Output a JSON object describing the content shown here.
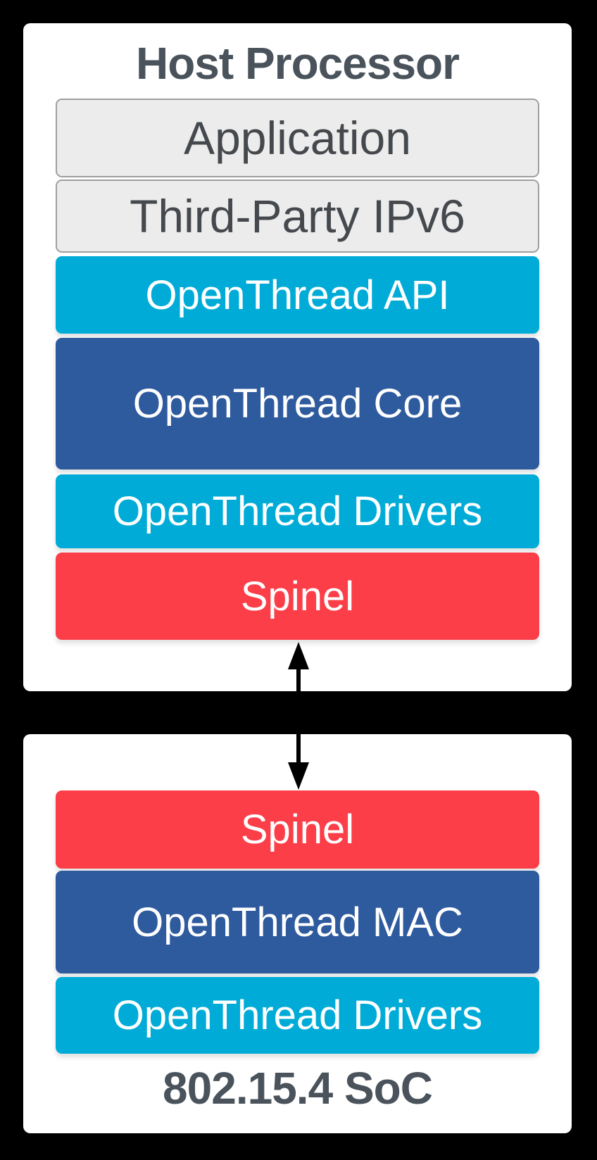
{
  "diagram": {
    "description": "OpenThread Radio Co-Processor architecture stack",
    "host_panel": {
      "title": "Host Processor",
      "layers": [
        {
          "label": "Application",
          "style": "gray"
        },
        {
          "label": "Third-Party IPv6",
          "style": "gray"
        },
        {
          "label": "OpenThread API",
          "style": "cyan"
        },
        {
          "label": "OpenThread Core",
          "style": "blue"
        },
        {
          "label": "OpenThread Drivers",
          "style": "cyan"
        },
        {
          "label": "Spinel",
          "style": "red"
        }
      ]
    },
    "soc_panel": {
      "title": "802.15.4 SoC",
      "layers": [
        {
          "label": "Spinel",
          "style": "red"
        },
        {
          "label": "OpenThread MAC",
          "style": "blue"
        },
        {
          "label": "OpenThread Drivers",
          "style": "cyan"
        }
      ]
    },
    "connector": {
      "name": "spinel-link-arrow",
      "direction": "bidirectional",
      "color": "#000000"
    },
    "colors": {
      "background": "#000000",
      "panel": "#FFFFFF",
      "gray_layer_fill": "#ECECEC",
      "gray_layer_border": "#9F9F9F",
      "cyan": "#00ACD7",
      "blue": "#2E5A9E",
      "red": "#FB3E48",
      "heading_text": "#4A535B",
      "gray_layer_text": "#45494D",
      "colored_layer_text": "#FFFFFF"
    }
  }
}
